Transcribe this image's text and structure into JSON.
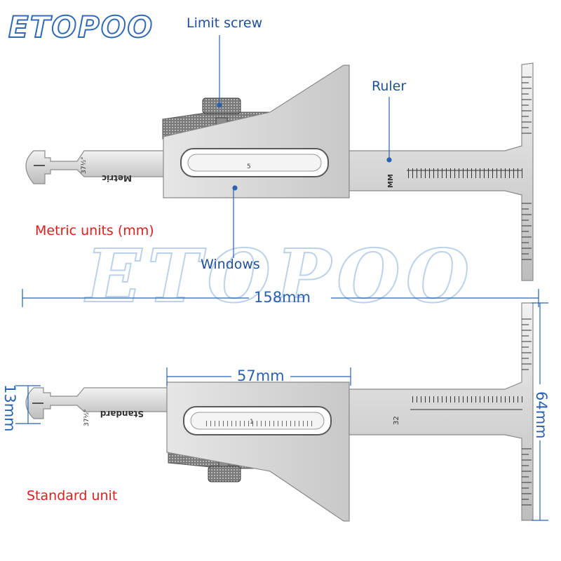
{
  "brand": {
    "logo": "ETOPOO",
    "watermark": "ETOPOO"
  },
  "callouts": {
    "limit_screw": "Limit screw",
    "ruler": "Ruler",
    "windows": "Windows"
  },
  "captions": {
    "metric": "Metric units (mm)",
    "standard": "Standard unit"
  },
  "dimensions": {
    "length": "158mm",
    "body_width": "57mm",
    "head_height": "13mm",
    "ruler_height": "64mm"
  },
  "engravings": {
    "metric_tool": {
      "angle": "37½°",
      "name": "Metric",
      "unit": "MM",
      "window_num": "5"
    },
    "standard_tool": {
      "angle": "37½°",
      "name": "Standard",
      "unit": "32",
      "window_num": "1"
    }
  },
  "colors": {
    "logo_blue": "#2f6ab3",
    "dimension_blue": "#2a62b0",
    "callout_blue": "#1f4f9a",
    "caption_red": "#e11d1d",
    "steel": "#dcdcdc"
  }
}
